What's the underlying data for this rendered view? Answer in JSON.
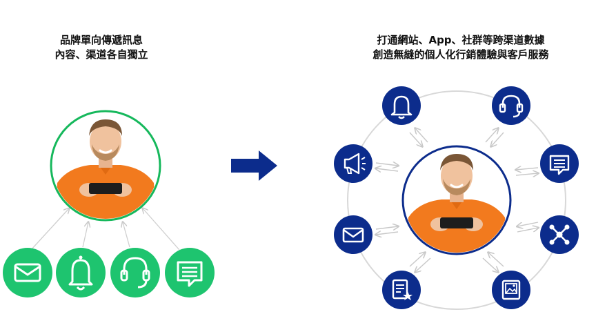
{
  "left": {
    "caption_line1": "品牌單向傳遞訊息",
    "caption_line2": "內容、渠道各自獨立",
    "hub": "person-with-phone",
    "channels": [
      "envelope-icon",
      "bell-icon",
      "headset-icon",
      "chat-icon"
    ]
  },
  "right": {
    "caption_line1": "打通網站、App、社群等跨渠道數據",
    "caption_line2": "創造無縫的個人化行銷體驗與客戶服務",
    "hub": "person-with-phone",
    "channels": [
      "bell-icon",
      "headset-icon",
      "chat-icon",
      "network-icon",
      "image-icon",
      "star-document-icon",
      "envelope-icon",
      "megaphone-icon"
    ]
  },
  "transition": "right-arrow-icon",
  "colors": {
    "green": "#1ec46f",
    "green_ring": "#16b85c",
    "navy": "#0c2c8c",
    "orange": "#f27a1e",
    "line_gray": "#cfcfcf"
  }
}
